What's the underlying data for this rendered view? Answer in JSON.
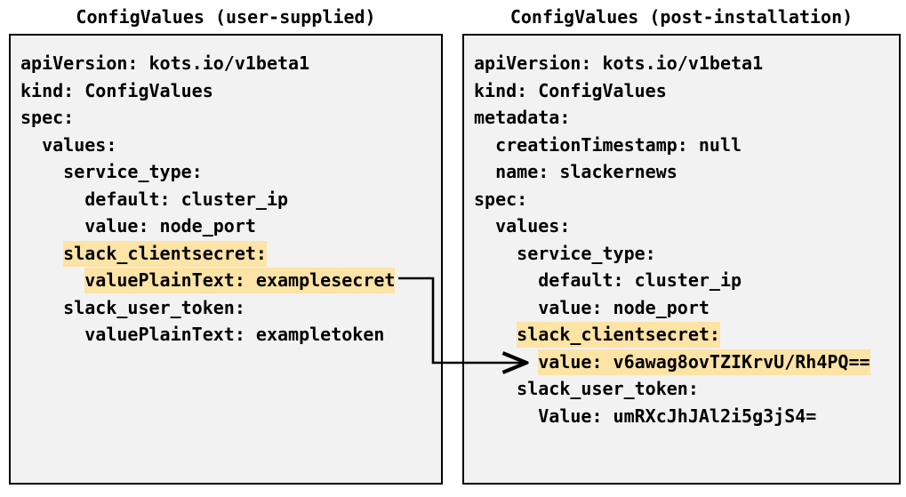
{
  "diagram": {
    "kind": "two-panel-comparison-with-arrow",
    "accent_highlight_color": "#fce3a6",
    "panel_background_color": "#f2f2f2",
    "panel_border_color": "#000000",
    "text_color": "#000000"
  },
  "left_panel": {
    "title": "ConfigValues (user-supplied)",
    "lines": [
      {
        "text": "apiVersion: kots.io/v1beta1",
        "highlight": false
      },
      {
        "text": "kind: ConfigValues",
        "highlight": false
      },
      {
        "text": "spec:",
        "highlight": false
      },
      {
        "text": "  values:",
        "highlight": false
      },
      {
        "text": "    service_type:",
        "highlight": false
      },
      {
        "text": "      default: cluster_ip",
        "highlight": false
      },
      {
        "text": "      value: node_port",
        "highlight": false
      },
      {
        "text": "    slack_clientsecret:",
        "highlight": true
      },
      {
        "text": "      valuePlainText: examplesecret",
        "highlight": true
      },
      {
        "text": "    slack_user_token:",
        "highlight": false
      },
      {
        "text": "      valuePlainText: exampletoken",
        "highlight": false
      }
    ]
  },
  "right_panel": {
    "title": "ConfigValues (post-installation)",
    "lines": [
      {
        "text": "apiVersion: kots.io/v1beta1",
        "highlight": false
      },
      {
        "text": "kind: ConfigValues",
        "highlight": false
      },
      {
        "text": "metadata:",
        "highlight": false
      },
      {
        "text": "  creationTimestamp: null",
        "highlight": false
      },
      {
        "text": "  name: slackernews",
        "highlight": false
      },
      {
        "text": "spec:",
        "highlight": false
      },
      {
        "text": "  values:",
        "highlight": false
      },
      {
        "text": "    service_type:",
        "highlight": false
      },
      {
        "text": "      default: cluster_ip",
        "highlight": false
      },
      {
        "text": "      value: node_port",
        "highlight": false
      },
      {
        "text": "    slack_clientsecret:",
        "highlight": true
      },
      {
        "text": "      value: v6awag8ovTZIKrvU/Rh4PQ==",
        "highlight": true
      },
      {
        "text": "    slack_user_token:",
        "highlight": false
      },
      {
        "text": "      Value: umRXcJhJAl2i5g3jS4=",
        "highlight": false
      }
    ]
  },
  "connector": {
    "name": "encryption-mapping-arrow",
    "from": "left_panel.lines.8",
    "to": "right_panel.lines.11",
    "stroke_color": "#000000",
    "arrowhead": "open-triangle"
  }
}
